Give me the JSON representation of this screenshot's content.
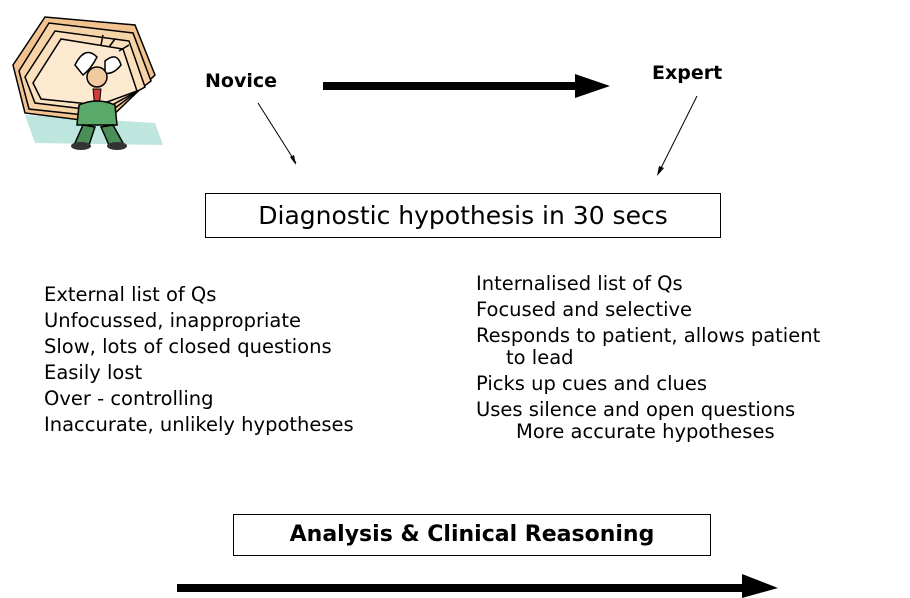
{
  "novice_label": "Novice",
  "expert_label": "Expert",
  "hypothesis_box": "Diagnostic hypothesis in 30 secs",
  "novice_list": [
    "External list of Qs",
    "Unfocussed, inappropriate",
    "Slow, lots of closed questions",
    "Easily lost",
    "Over - controlling",
    "Inaccurate, unlikely hypotheses"
  ],
  "expert_list": {
    "item1": "Internalised list of Qs",
    "item2": "Focused and selective",
    "item3a": "Responds to patient, allows patient",
    "item3b": "to lead",
    "item4": "Picks up cues and clues",
    "item5": "Uses silence and open questions",
    "item6": "More accurate hypotheses"
  },
  "bottom_box": "Analysis & Clinical Reasoning",
  "clipart_icon": "stressed-person-under-papers-icon"
}
